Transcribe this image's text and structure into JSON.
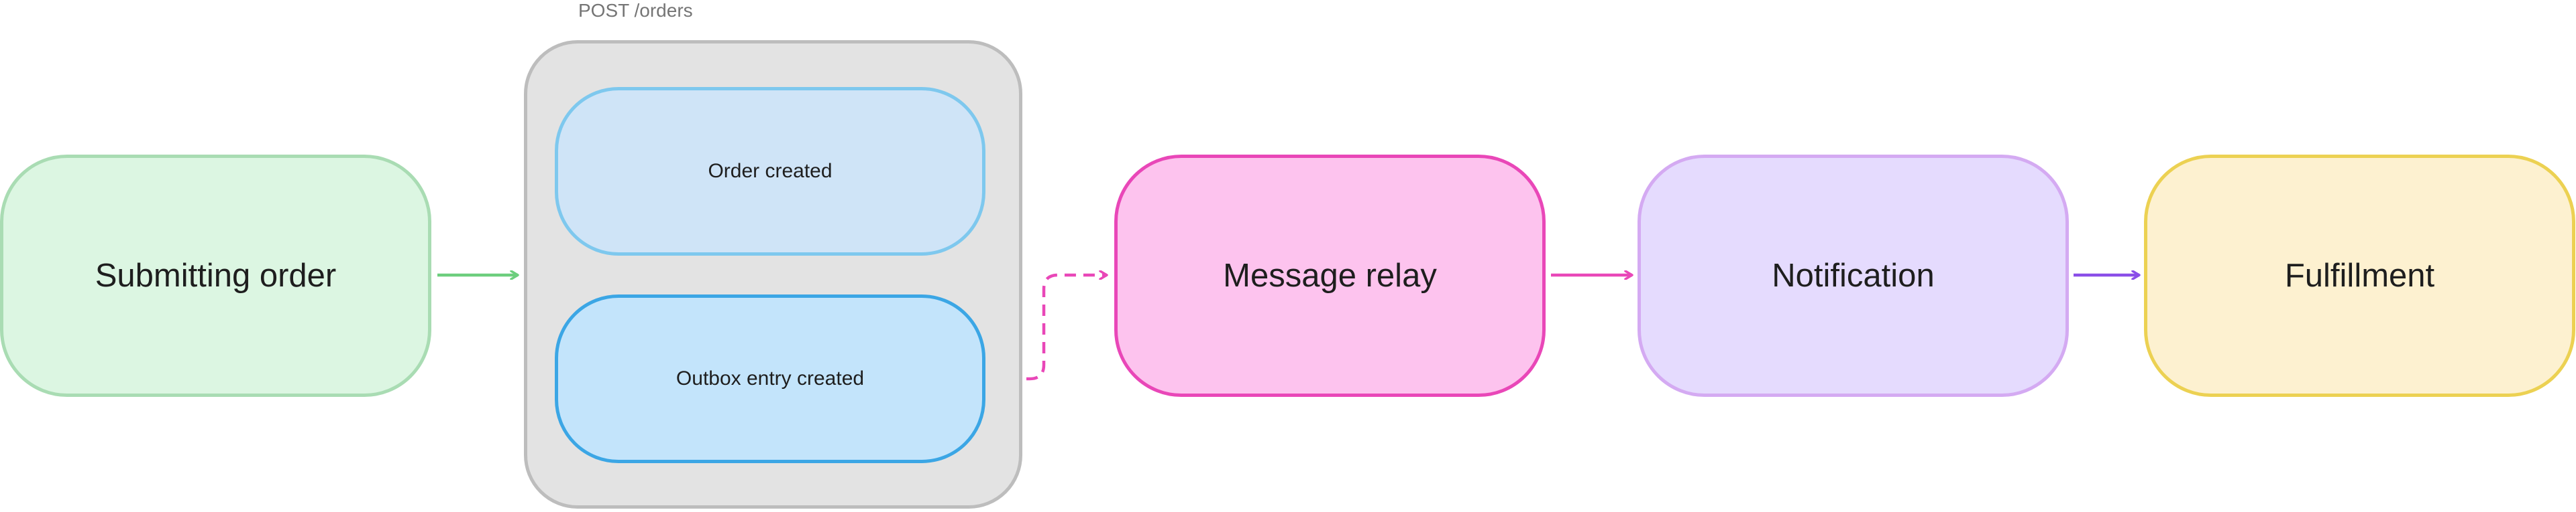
{
  "diagram": {
    "group": {
      "label": "POST /orders",
      "fill": "#e3e3e3",
      "stroke": "#bdbdbd"
    },
    "nodes": {
      "submitting": {
        "label": "Submitting order",
        "fill": "#dcf6e2",
        "stroke": "#a9dcb3"
      },
      "order_created": {
        "label": "Order created",
        "fill": "#cfe4f7",
        "stroke": "#7ec8ee"
      },
      "outbox_created": {
        "label": "Outbox entry created",
        "fill": "#c3e4fb",
        "stroke": "#3ba6e5"
      },
      "relay": {
        "label": "Message relay",
        "fill": "#fdc3ee",
        "stroke": "#e947b8"
      },
      "notification": {
        "label": "Notification",
        "fill": "#e5dbfe",
        "stroke": "#d4aaf2"
      },
      "fulfillment": {
        "label": "Fulfillment",
        "fill": "#fdf1d0",
        "stroke": "#ecd152"
      }
    },
    "edges": [
      {
        "from": "submitting",
        "to": "group",
        "color": "#6cce7d",
        "style": "solid"
      },
      {
        "from": "outbox_created",
        "to": "relay",
        "color": "#e947b8",
        "style": "dashed"
      },
      {
        "from": "relay",
        "to": "notification",
        "color": "#e947b8",
        "style": "solid"
      },
      {
        "from": "notification",
        "to": "fulfillment",
        "color": "#8a4ee8",
        "style": "solid"
      }
    ]
  }
}
